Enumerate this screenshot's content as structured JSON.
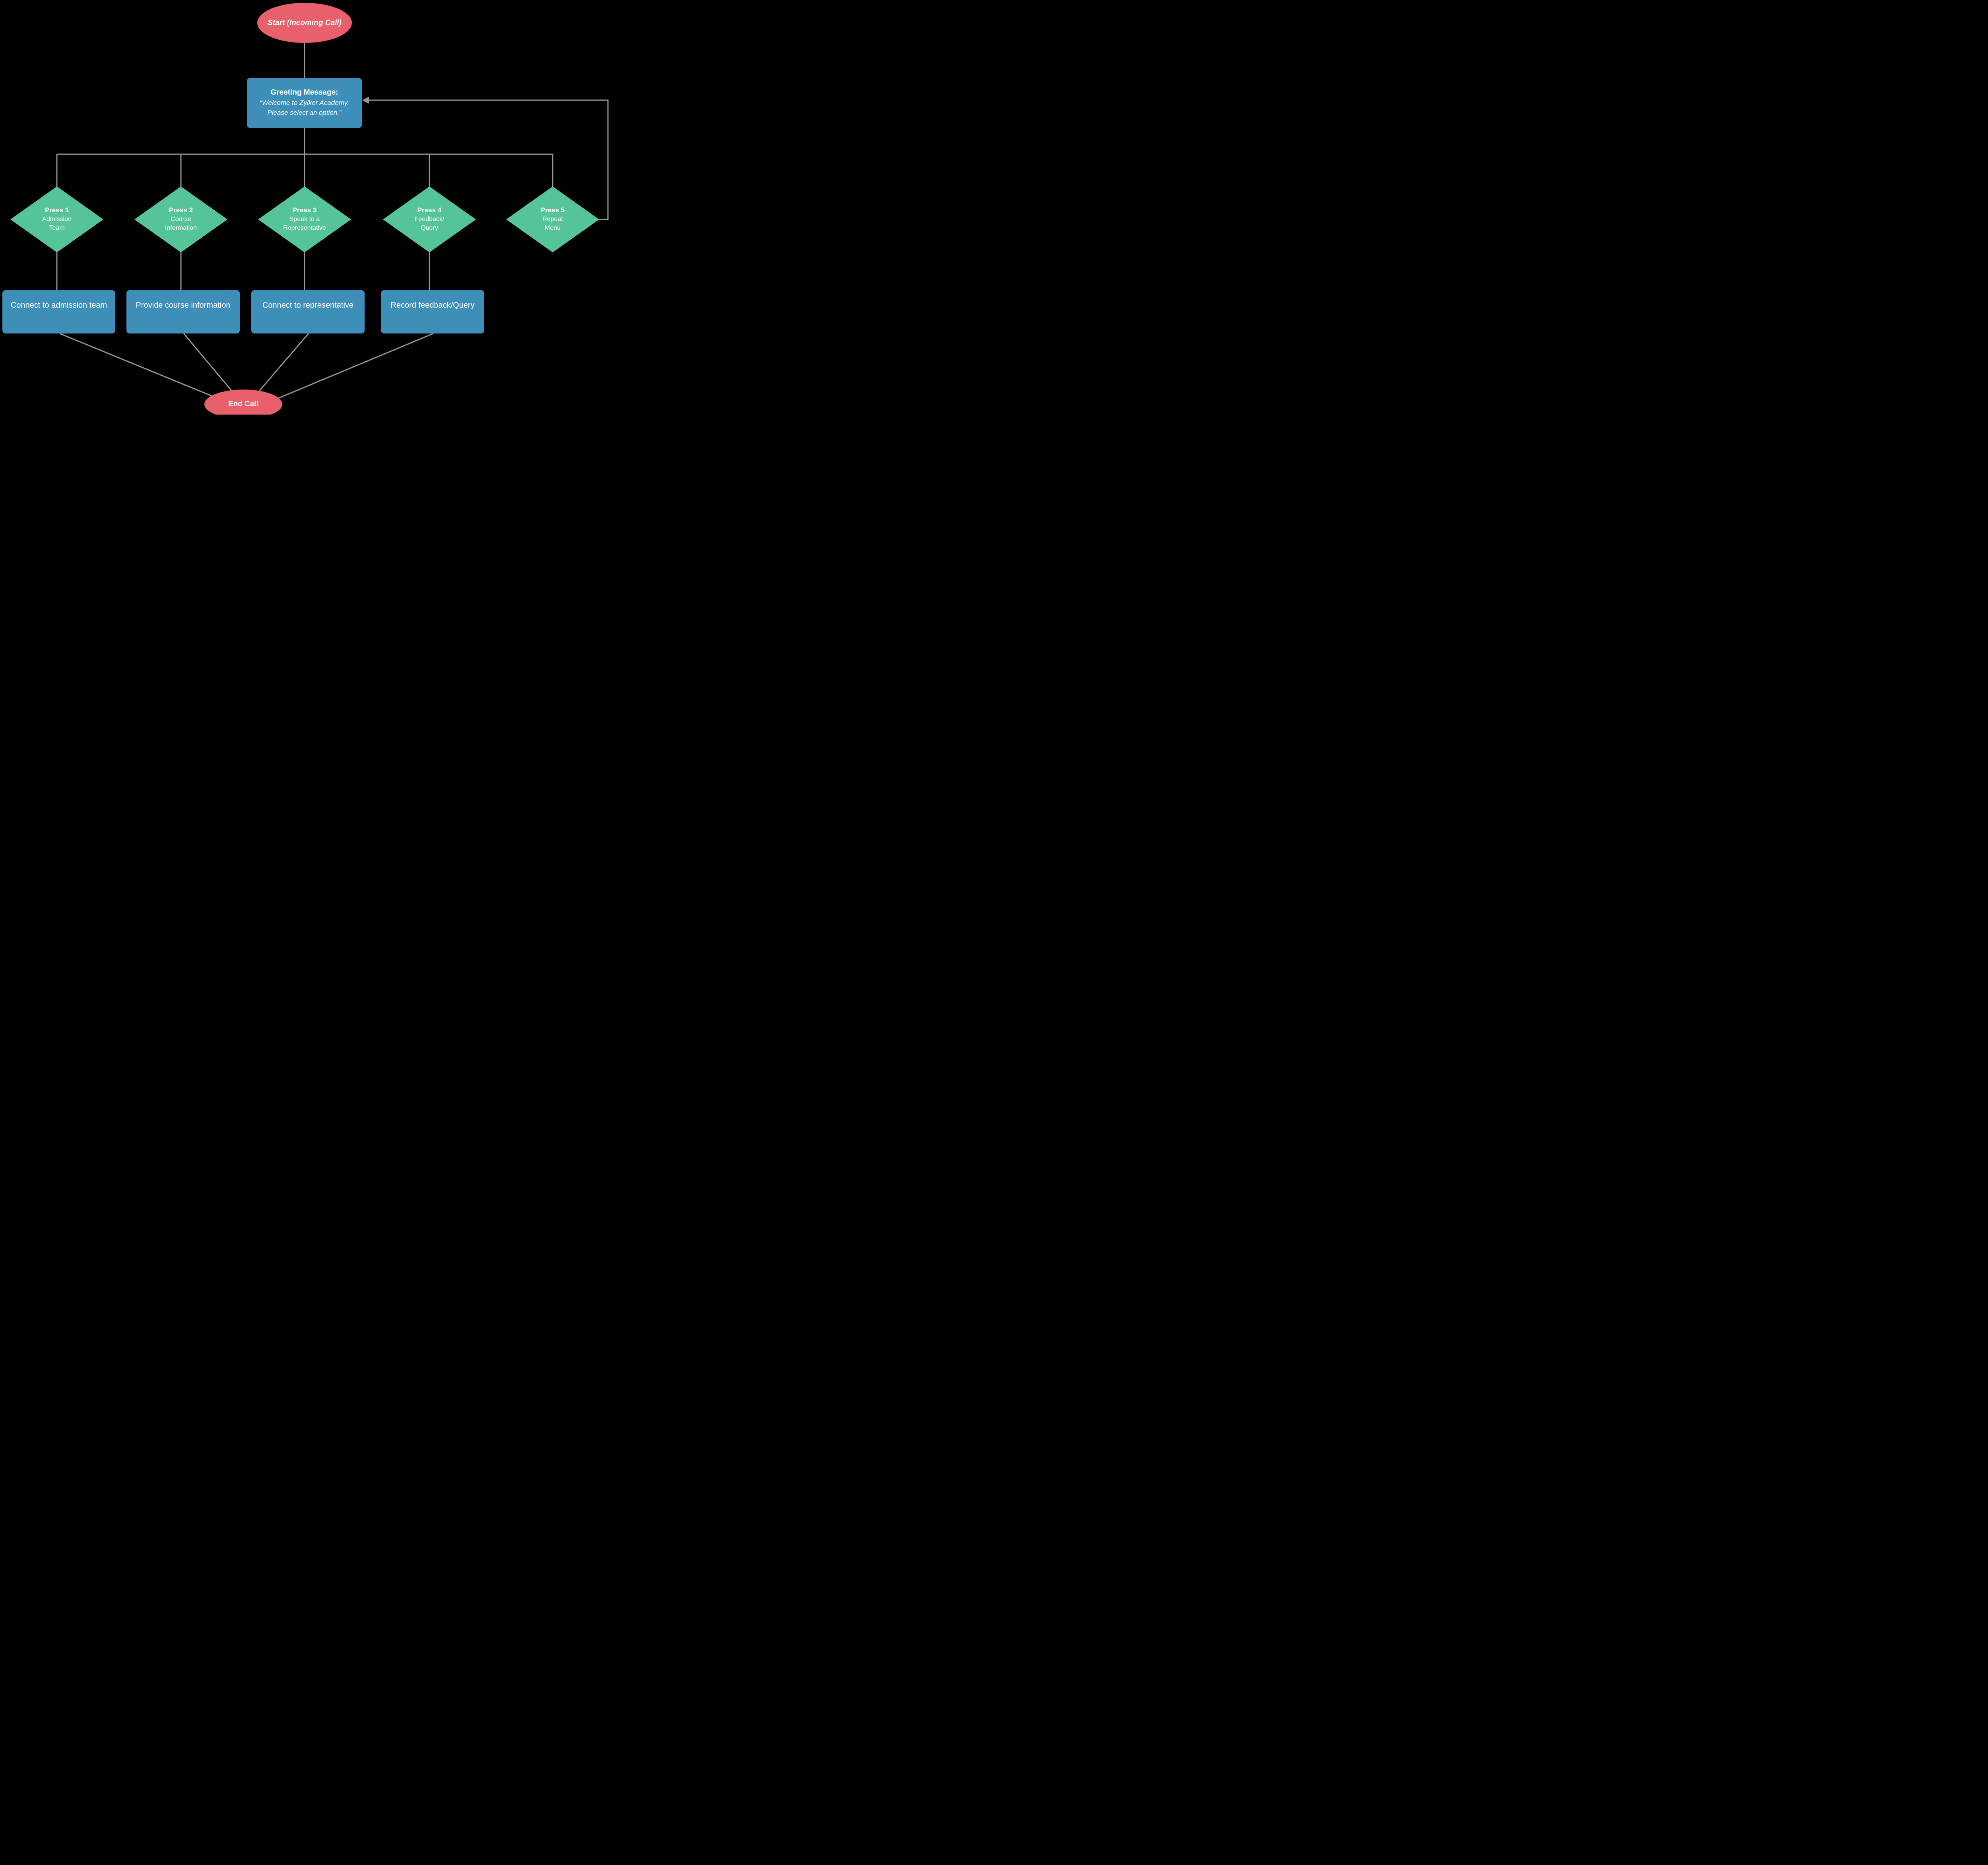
{
  "canvas": {
    "background": "#000000"
  },
  "colors": {
    "terminal_fill": "#E8606C",
    "process_fill": "#3D8FBA",
    "decision_fill": "#55C599",
    "connector": "#969696",
    "text": "#FFFFFF"
  },
  "nodes": {
    "start": {
      "shape": "ellipse",
      "label": "Start (Incoming Call)"
    },
    "greeting": {
      "shape": "rectangle",
      "title": "Greeting Message:",
      "message": "“Welcome to Zylker Academy.\nPlease select an option.”"
    },
    "decisions": [
      {
        "title": "Press 1",
        "subtitle": "Admission\nTeam"
      },
      {
        "title": "Press 2",
        "subtitle": "Course\nInformation"
      },
      {
        "title": "Press 3",
        "subtitle": "Speak to a\nRepresentative"
      },
      {
        "title": "Press 4",
        "subtitle": "Feedback/\nQuery"
      },
      {
        "title": "Press 5",
        "subtitle": "Repeat\nMenu"
      }
    ],
    "actions": [
      {
        "label": "Connect to admission team"
      },
      {
        "label": "Provide course information"
      },
      {
        "label": "Connect to representative"
      },
      {
        "label": "Record feedback/Query"
      }
    ],
    "end": {
      "shape": "ellipse",
      "label": "End Call"
    }
  },
  "edges": {
    "loop_back": "Press 5 returns to Greeting Message"
  }
}
